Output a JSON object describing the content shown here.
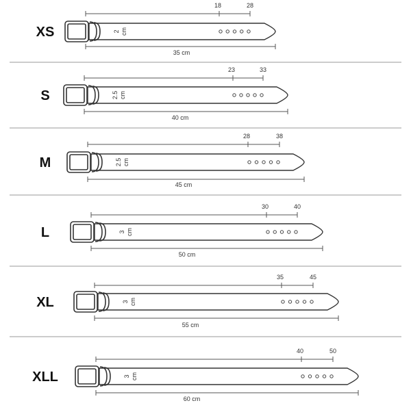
{
  "belts": [
    {
      "size": "XS",
      "width": "2",
      "width_unit": "cm",
      "length": "35 cm",
      "hole_min": "18",
      "hole_max": "28"
    },
    {
      "size": "S",
      "width": "2.5",
      "width_unit": "cm",
      "length": "40 cm",
      "hole_min": "23",
      "hole_max": "33"
    },
    {
      "size": "M",
      "width": "2.5",
      "width_unit": "cm",
      "length": "45 cm",
      "hole_min": "28",
      "hole_max": "38"
    },
    {
      "size": "L",
      "width": "3",
      "width_unit": "cm",
      "length": "50 cm",
      "hole_min": "30",
      "hole_max": "40"
    },
    {
      "size": "XL",
      "width": "3",
      "width_unit": "cm",
      "length": "55 cm",
      "hole_min": "35",
      "hole_max": "45"
    },
    {
      "size": "XLL",
      "width": "3",
      "width_unit": "cm",
      "length": "60 cm",
      "hole_min": "40",
      "hole_max": "50"
    }
  ]
}
